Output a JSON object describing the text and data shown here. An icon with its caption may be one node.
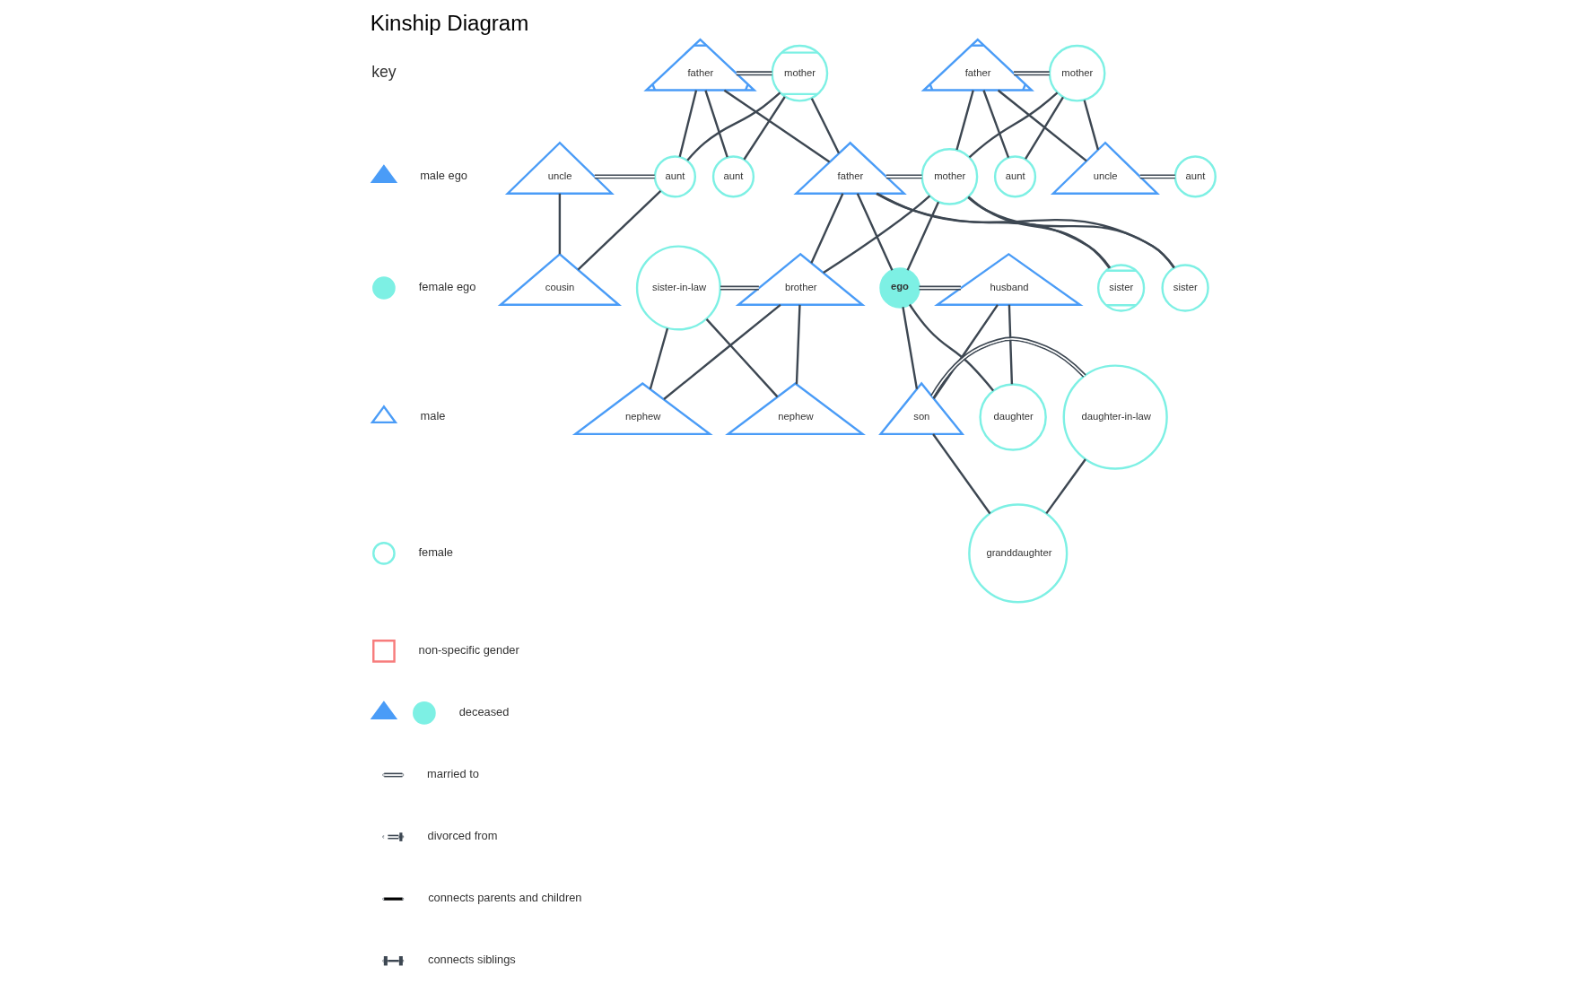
{
  "diagram": {
    "title": "Kinship Diagram",
    "nodes": [
      {
        "text": [
          "father"
        ]
      },
      {
        "text": [
          "mother"
        ]
      },
      {
        "text": [
          "father"
        ]
      },
      {
        "text": [
          "mother"
        ]
      },
      {
        "text": [
          "uncle"
        ]
      },
      {
        "text": [
          "aunt"
        ]
      },
      {
        "text": [
          "aunt"
        ]
      },
      {
        "text": [
          "father"
        ]
      },
      {
        "text": [
          "mother"
        ]
      },
      {
        "text": [
          "aunt"
        ]
      },
      {
        "text": [
          "uncle"
        ]
      },
      {
        "text": [
          "aunt"
        ]
      },
      {
        "text": [
          "cousin"
        ]
      },
      {
        "text": [
          "sister-in-law"
        ]
      },
      {
        "text": [
          "brother"
        ]
      },
      {
        "text": [
          "ego"
        ]
      },
      {
        "text": [
          "husband"
        ]
      },
      {
        "text": [
          "sister"
        ]
      },
      {
        "text": [
          "sister"
        ]
      },
      {
        "text": [
          "nephew"
        ]
      },
      {
        "text": [
          "nephew"
        ]
      },
      {
        "text": [
          "daughter"
        ]
      },
      {
        "text": [
          "son"
        ]
      },
      {
        "text": [
          "daughter-in-law"
        ]
      },
      {
        "text": [
          "granddaughter"
        ]
      }
    ],
    "edges": [
      {
        "from": 0,
        "to": 1,
        "arrow": "none"
      },
      {
        "from": 0,
        "to": 5,
        "arrow": "none"
      },
      {
        "from": 1,
        "to": 5,
        "arrow": "none"
      },
      {
        "from": 0,
        "to": 6,
        "arrow": "none"
      },
      {
        "from": 1,
        "to": 6,
        "arrow": "none"
      },
      {
        "from": 0,
        "to": 7,
        "arrow": "none"
      },
      {
        "from": 1,
        "to": 7,
        "arrow": "none"
      },
      {
        "from": 2,
        "to": 3,
        "arrow": "none"
      },
      {
        "from": 2,
        "to": 8,
        "arrow": "none"
      },
      {
        "from": 3,
        "to": 8,
        "arrow": "none"
      },
      {
        "from": 2,
        "to": 9,
        "arrow": "none"
      },
      {
        "from": 3,
        "to": 9,
        "arrow": "none"
      },
      {
        "from": 2,
        "to": 10,
        "arrow": "none"
      },
      {
        "from": 3,
        "to": 10,
        "arrow": "none"
      },
      {
        "from": 4,
        "to": 5,
        "arrow": "none"
      },
      {
        "from": 4,
        "to": 12,
        "arrow": "none"
      },
      {
        "from": 5,
        "to": 12,
        "arrow": "none"
      },
      {
        "from": 7,
        "to": 8,
        "arrow": "none"
      },
      {
        "from": 7,
        "to": 14,
        "arrow": "none"
      },
      {
        "from": 8,
        "to": 14,
        "arrow": "none"
      },
      {
        "from": 7,
        "to": 15,
        "arrow": "none"
      },
      {
        "from": 8,
        "to": 15,
        "arrow": "none"
      },
      {
        "from": 7,
        "to": 17,
        "arrow": "none"
      },
      {
        "from": 8,
        "to": 17,
        "arrow": "none"
      },
      {
        "from": 7,
        "to": 18,
        "arrow": "none"
      },
      {
        "from": 8,
        "to": 18,
        "arrow": "none"
      },
      {
        "from": 10,
        "to": 11,
        "arrow": "none"
      },
      {
        "from": 13,
        "to": 14,
        "arrow": "none"
      },
      {
        "from": 13,
        "to": 19,
        "arrow": "none"
      },
      {
        "from": 14,
        "to": 19,
        "arrow": "none"
      },
      {
        "from": 13,
        "to": 20,
        "arrow": "none"
      },
      {
        "from": 14,
        "to": 20,
        "arrow": "none"
      },
      {
        "from": 15,
        "to": 16,
        "arrow": "none"
      },
      {
        "from": 15,
        "to": 21,
        "arrow": "none"
      },
      {
        "from": 16,
        "to": 21,
        "arrow": "none"
      },
      {
        "from": 15,
        "to": 22,
        "arrow": "none"
      },
      {
        "from": 16,
        "to": 22,
        "arrow": "none"
      },
      {
        "from": 22,
        "to": 23,
        "arrow": "none"
      },
      {
        "from": 22,
        "to": 24,
        "arrow": "none"
      },
      {
        "from": 23,
        "to": 24,
        "arrow": "none"
      }
    ],
    "labels": [
      "key"
    ],
    "legend": [
      {
        "text": "male ego"
      },
      {
        "text": "female ego"
      },
      {
        "text": "male"
      },
      {
        "text": "female"
      },
      {
        "text": "non-specific gender"
      },
      {
        "text": "deceased"
      },
      {
        "text": "married to"
      },
      {
        "text": "divorced from"
      },
      {
        "text": "connects parents and children"
      },
      {
        "text": "connects siblings"
      }
    ]
  }
}
